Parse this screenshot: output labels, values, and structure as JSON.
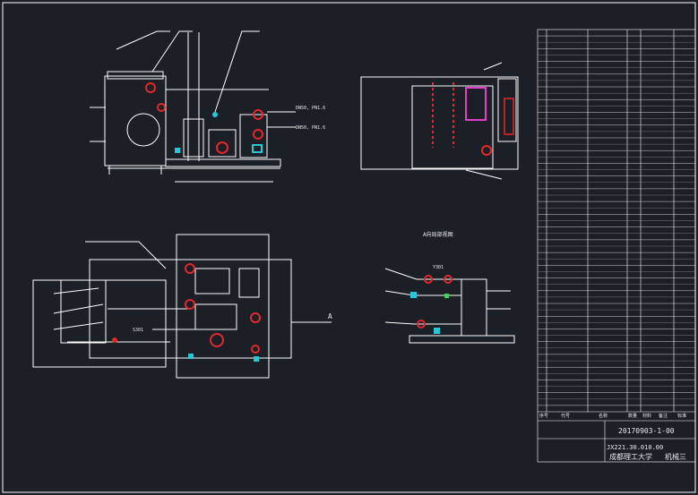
{
  "drawing": {
    "section_label": "A向局部视图",
    "view_arrow_label": "A",
    "pipe_labels": [
      "DN50, PN1.6",
      "DN50, PN1.6",
      "Y301",
      "S301"
    ],
    "bom_left_header": [
      "序号",
      "代号",
      "名称",
      "数量",
      "材料",
      "备注",
      "标准"
    ],
    "title_block": {
      "drawing_no": "20170903-1-00",
      "code": "JX221.30.010.00",
      "school": "成都理工大学",
      "major": "机械三"
    }
  },
  "colors": {
    "background": "#1b1f26",
    "line": "#ffffff",
    "accent_red": "#e3272e",
    "accent_cyan": "#29c6d8",
    "accent_green": "#3ed15c",
    "accent_magenta": "#e040c8"
  }
}
